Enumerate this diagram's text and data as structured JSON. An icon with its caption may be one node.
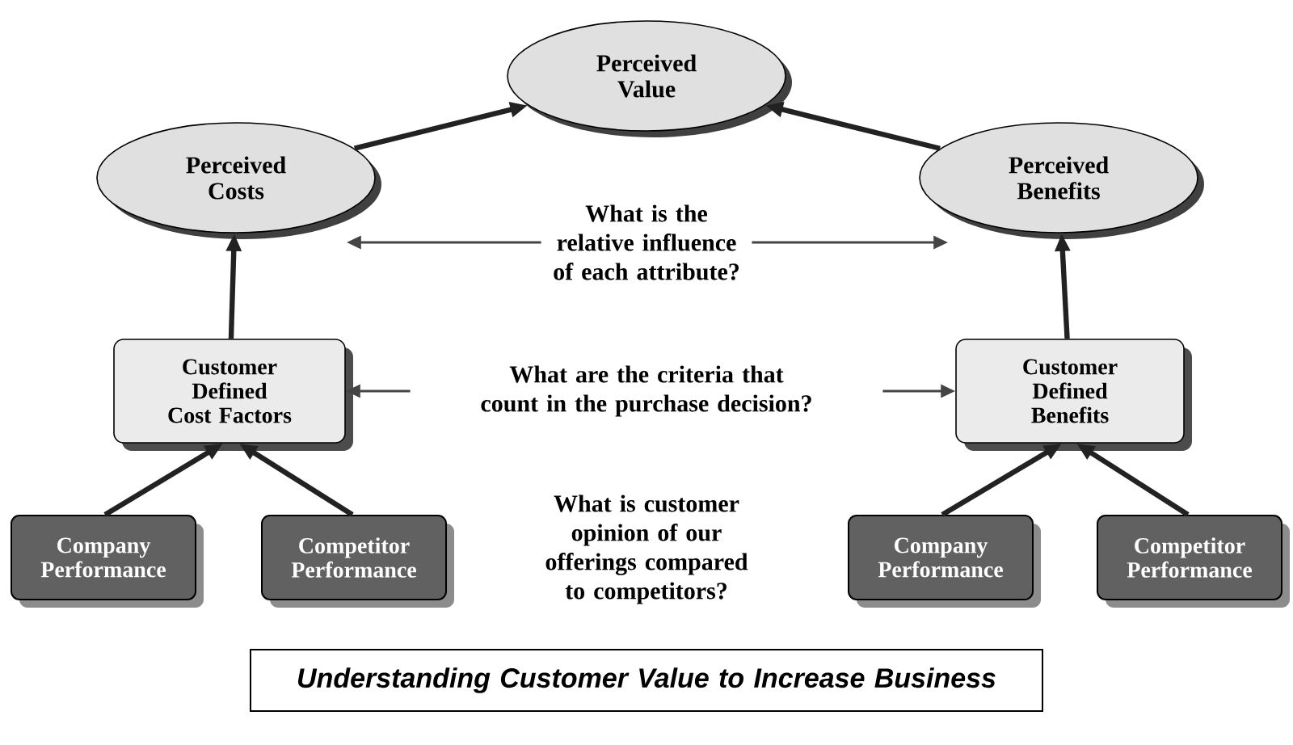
{
  "diagram": {
    "nodes": [
      {
        "text": [
          "Perceived Value"
        ]
      },
      {
        "text": [
          "Perceived Costs"
        ]
      },
      {
        "text": [
          "Perceived Benefits"
        ]
      },
      {
        "text": [
          "What is the relative influence of each attribute?"
        ]
      },
      {
        "text": [
          "Customer Defined Cost Factors"
        ]
      },
      {
        "text": [
          "What are the criteria that count in the purchase decision?"
        ]
      },
      {
        "text": [
          "Customer Defined Benefits"
        ]
      },
      {
        "text": [
          "Company Performance"
        ]
      },
      {
        "text": [
          "Competitor Performance"
        ]
      },
      {
        "text": [
          "Company Performance"
        ]
      },
      {
        "text": [
          "Competitor Performance"
        ]
      },
      {
        "text": [
          "Understanding Customer Value to Increase Business"
        ]
      }
    ],
    "edges": [
      {
        "from": 1,
        "to": 0,
        "arrow": "to"
      },
      {
        "from": 2,
        "to": 0,
        "arrow": "to"
      },
      {
        "from": 4,
        "to": 1,
        "arrow": "to"
      },
      {
        "from": 6,
        "to": 2,
        "arrow": "to"
      },
      {
        "from": 7,
        "to": 4,
        "arrow": "to"
      },
      {
        "from": 8,
        "to": 4,
        "arrow": "to"
      },
      {
        "from": 9,
        "to": 6,
        "arrow": "to"
      },
      {
        "from": 10,
        "to": 6,
        "arrow": "to"
      },
      {
        "from": 3,
        "to": 1,
        "arrow": "to",
        "color": "#444444"
      },
      {
        "from": 3,
        "to": 2,
        "arrow": "to",
        "color": "#444444"
      },
      {
        "from": 5,
        "to": 4,
        "arrow": "to",
        "color": "#444444"
      },
      {
        "from": 5,
        "to": 6,
        "arrow": "to",
        "color": "#444444"
      }
    ],
    "labels": [
      "What is customer opinion of our offerings compared to competitors?"
    ]
  }
}
